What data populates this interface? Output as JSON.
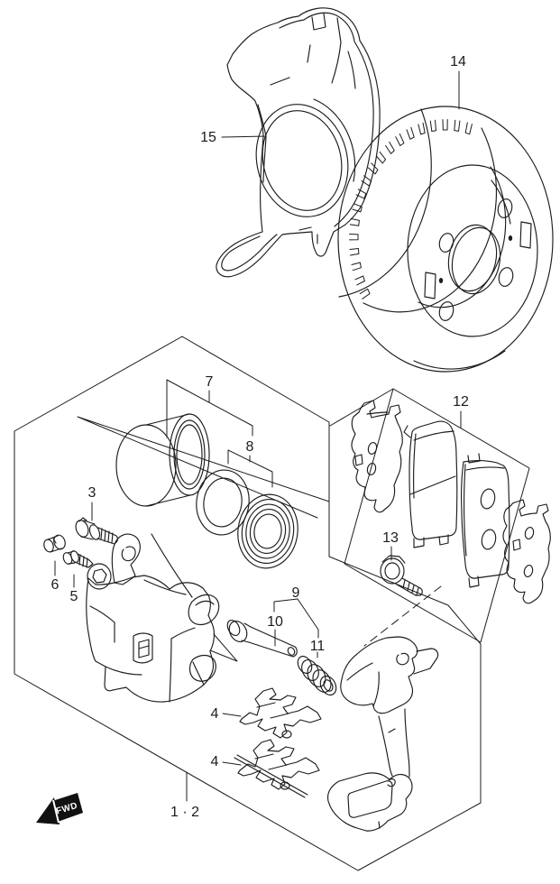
{
  "background": "#ffffff",
  "line_color": "#1c1c1c",
  "callouts": {
    "c15": "15",
    "c14": "14",
    "c7": "7",
    "c8": "8",
    "c3": "3",
    "c6": "6",
    "c5": "5",
    "c9": "9",
    "c10": "10",
    "c11": "11",
    "c12": "12",
    "c13": "13",
    "c4_upper": "4",
    "c4_lower": "4",
    "c1_2": "1 · 2"
  },
  "fwd_marker": {
    "label": "FWD",
    "fill": "#111111",
    "text_color": "#ffffff"
  }
}
